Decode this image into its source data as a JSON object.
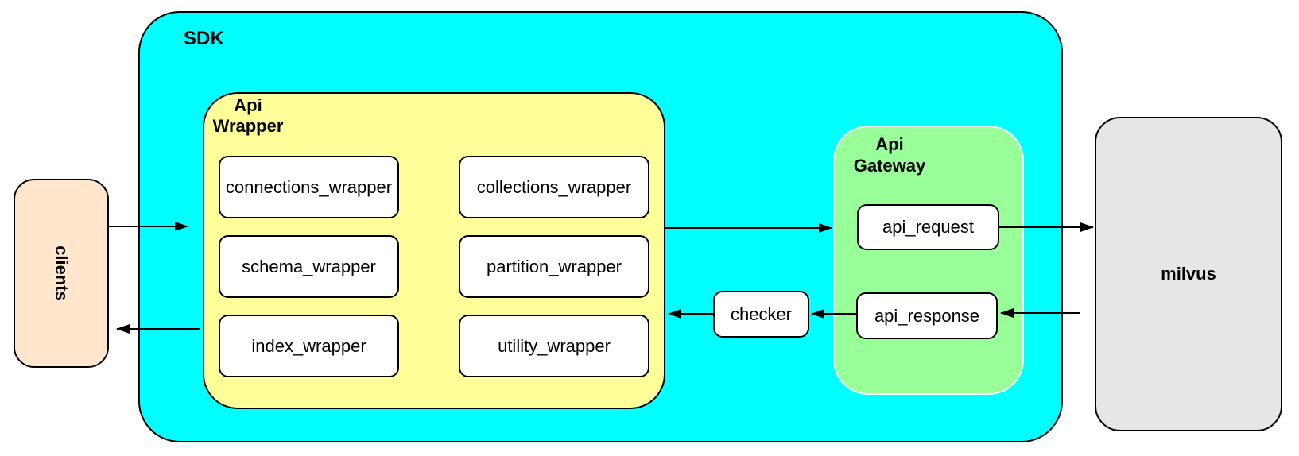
{
  "diagram": {
    "title_nodes": {
      "sdk": "SDK",
      "api_wrapper": "Api\nWrapper",
      "api_gateway": "Api\nGateway"
    },
    "nodes": {
      "clients": "clients",
      "milvus": "milvus",
      "checker": "checker",
      "api_request": "api_request",
      "api_response": "api_response"
    },
    "wrappers": [
      "connections_wrapper",
      "collections_wrapper",
      "schema_wrapper",
      "partition_wrapper",
      "index_wrapper",
      "utility_wrapper"
    ],
    "edges": [
      {
        "from": "clients",
        "to": "sdk"
      },
      {
        "from": "api_wrapper",
        "to": "clients"
      },
      {
        "from": "api_wrapper",
        "to": "api_gateway"
      },
      {
        "from": "api_request",
        "to": "milvus"
      },
      {
        "from": "milvus",
        "to": "api_response"
      },
      {
        "from": "api_response",
        "to": "checker"
      },
      {
        "from": "checker",
        "to": "api_wrapper"
      }
    ],
    "colors": {
      "sdk_fill": "#00FFFF",
      "wrapper_fill": "#FFFF99",
      "gateway_fill": "#99FF99",
      "clients_fill": "#FFE6CC",
      "milvus_fill": "#E6E6E6",
      "node_fill": "#FFFFFF",
      "stroke": "#000000"
    }
  }
}
